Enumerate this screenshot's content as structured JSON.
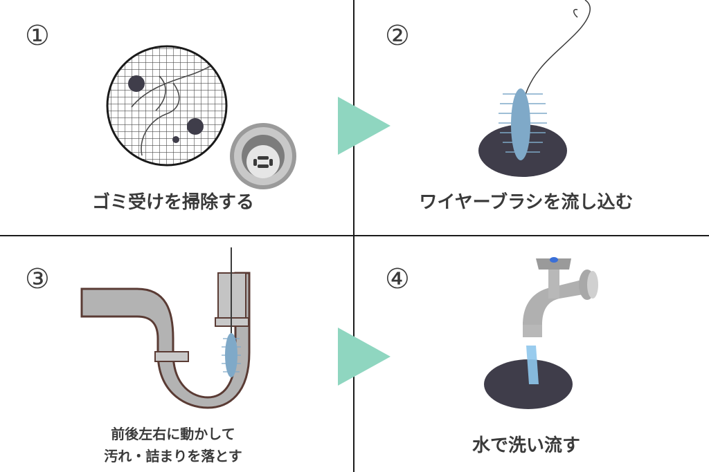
{
  "colors": {
    "arrow": "#8fd6c0",
    "drain": "#3f3d4a",
    "brush": "#7fa9c8",
    "pipe": "#b3b3b3",
    "pipe_outline": "#5a3b34",
    "faucet_handle": "#3a6fd8",
    "water": "#8ec6ec"
  },
  "steps": [
    {
      "number": "①",
      "caption": "ゴミ受けを掃除する",
      "icon": "drain-strainer"
    },
    {
      "number": "②",
      "caption": "ワイヤーブラシを流し込む",
      "icon": "wire-brush"
    },
    {
      "number": "③",
      "caption_line1": "前後左右に動かして",
      "caption_line2": "汚れ・詰まりを落とす",
      "icon": "drain-pipe"
    },
    {
      "number": "④",
      "caption": "水で洗い流す",
      "icon": "faucet"
    }
  ]
}
